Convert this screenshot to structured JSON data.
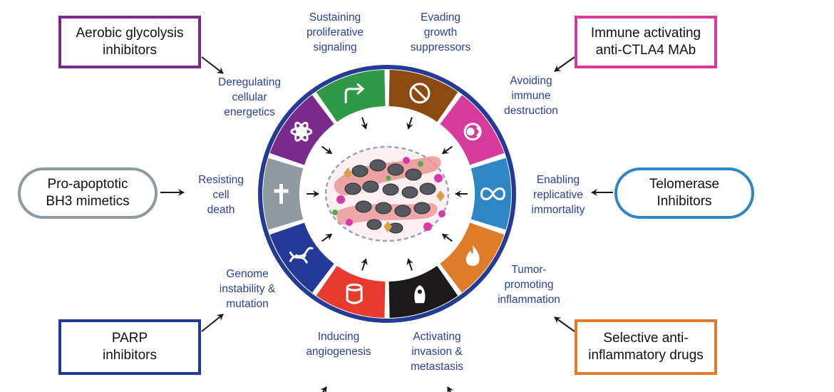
{
  "inhibitors": {
    "aerobic": {
      "line1": "Aerobic glycolysis",
      "line2": "inhibitors",
      "color": "#7a2a8c"
    },
    "immune": {
      "line1": "Immune activating",
      "line2": "anti-CTLA4 MAb",
      "color": "#d63a9a"
    },
    "proapoptotic": {
      "line1": "Pro-apoptotic",
      "line2": "BH3 mimetics",
      "color": "#8e9aa0"
    },
    "telomerase": {
      "line1": "Telomerase",
      "line2": "Inhibitors",
      "color": "#2f86c5"
    },
    "parp": {
      "line1": "PARP",
      "line2": "inhibitors",
      "color": "#233a96"
    },
    "antiinflammatory": {
      "line1": "Selective anti-",
      "line2": "inflammatory drugs",
      "color": "#e07b2a"
    }
  },
  "hallmarks": {
    "sustaining": {
      "l1": "Sustaining",
      "l2": "proliferative",
      "l3": "signaling",
      "color": "#2e9a48",
      "icon": "arrow-icon"
    },
    "evading": {
      "l1": "Evading",
      "l2": "growth",
      "l3": "suppressors",
      "color": "#8a4a12",
      "icon": "prohibition-icon"
    },
    "avoiding": {
      "l1": "Avoiding",
      "l2": "immune",
      "l3": "destruction",
      "color": "#d63a9a",
      "icon": "immune-cell-icon"
    },
    "enabling": {
      "l1": "Enabling",
      "l2": "replicative",
      "l3": "immortality",
      "color": "#2f86c5",
      "icon": "infinity-icon"
    },
    "tumor": {
      "l1": "Tumor-",
      "l2": "promoting",
      "l3": "inflammation",
      "color": "#e07b2a",
      "icon": "flame-icon"
    },
    "activating": {
      "l1": "Activating",
      "l2": "invasion &",
      "l3": "metastasis",
      "color": "#1c1a1a",
      "icon": "migrating-cell-icon"
    },
    "inducing": {
      "l1": "Inducing",
      "l2": "angiogenesis",
      "color": "#e83a2e",
      "icon": "vessel-icon"
    },
    "genome": {
      "l1": "Genome",
      "l2": "instability &",
      "l3": "mutation",
      "color": "#233a96",
      "icon": "dna-icon"
    },
    "resisting": {
      "l1": "Resisting",
      "l2": "cell",
      "l3": "death",
      "color": "#8e9aa0",
      "icon": "cross-icon"
    },
    "deregulating": {
      "l1": "Deregulating",
      "l2": "cellular",
      "l3": "energetics",
      "color": "#7a2a8c",
      "icon": "atom-icon"
    }
  },
  "colors": {
    "ring": "#233a96",
    "text": "#2b3f9c",
    "arrow": "#1a1a1a"
  }
}
